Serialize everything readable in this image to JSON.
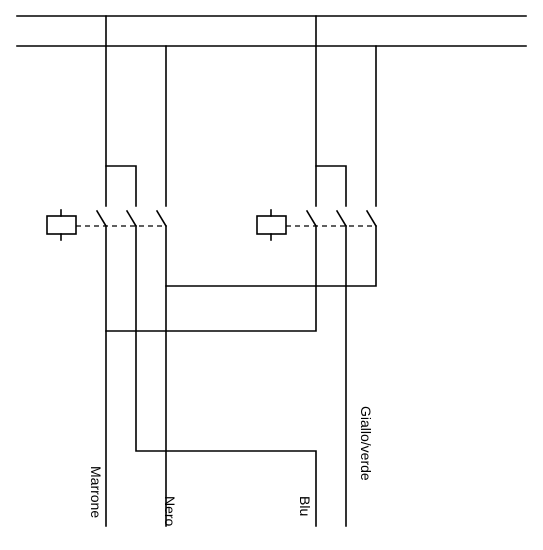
{
  "wire_labels": {
    "marrone": "Marrone",
    "nero": "Nero",
    "blu": "Blu",
    "giallo_verde": "Giallo/verde"
  }
}
